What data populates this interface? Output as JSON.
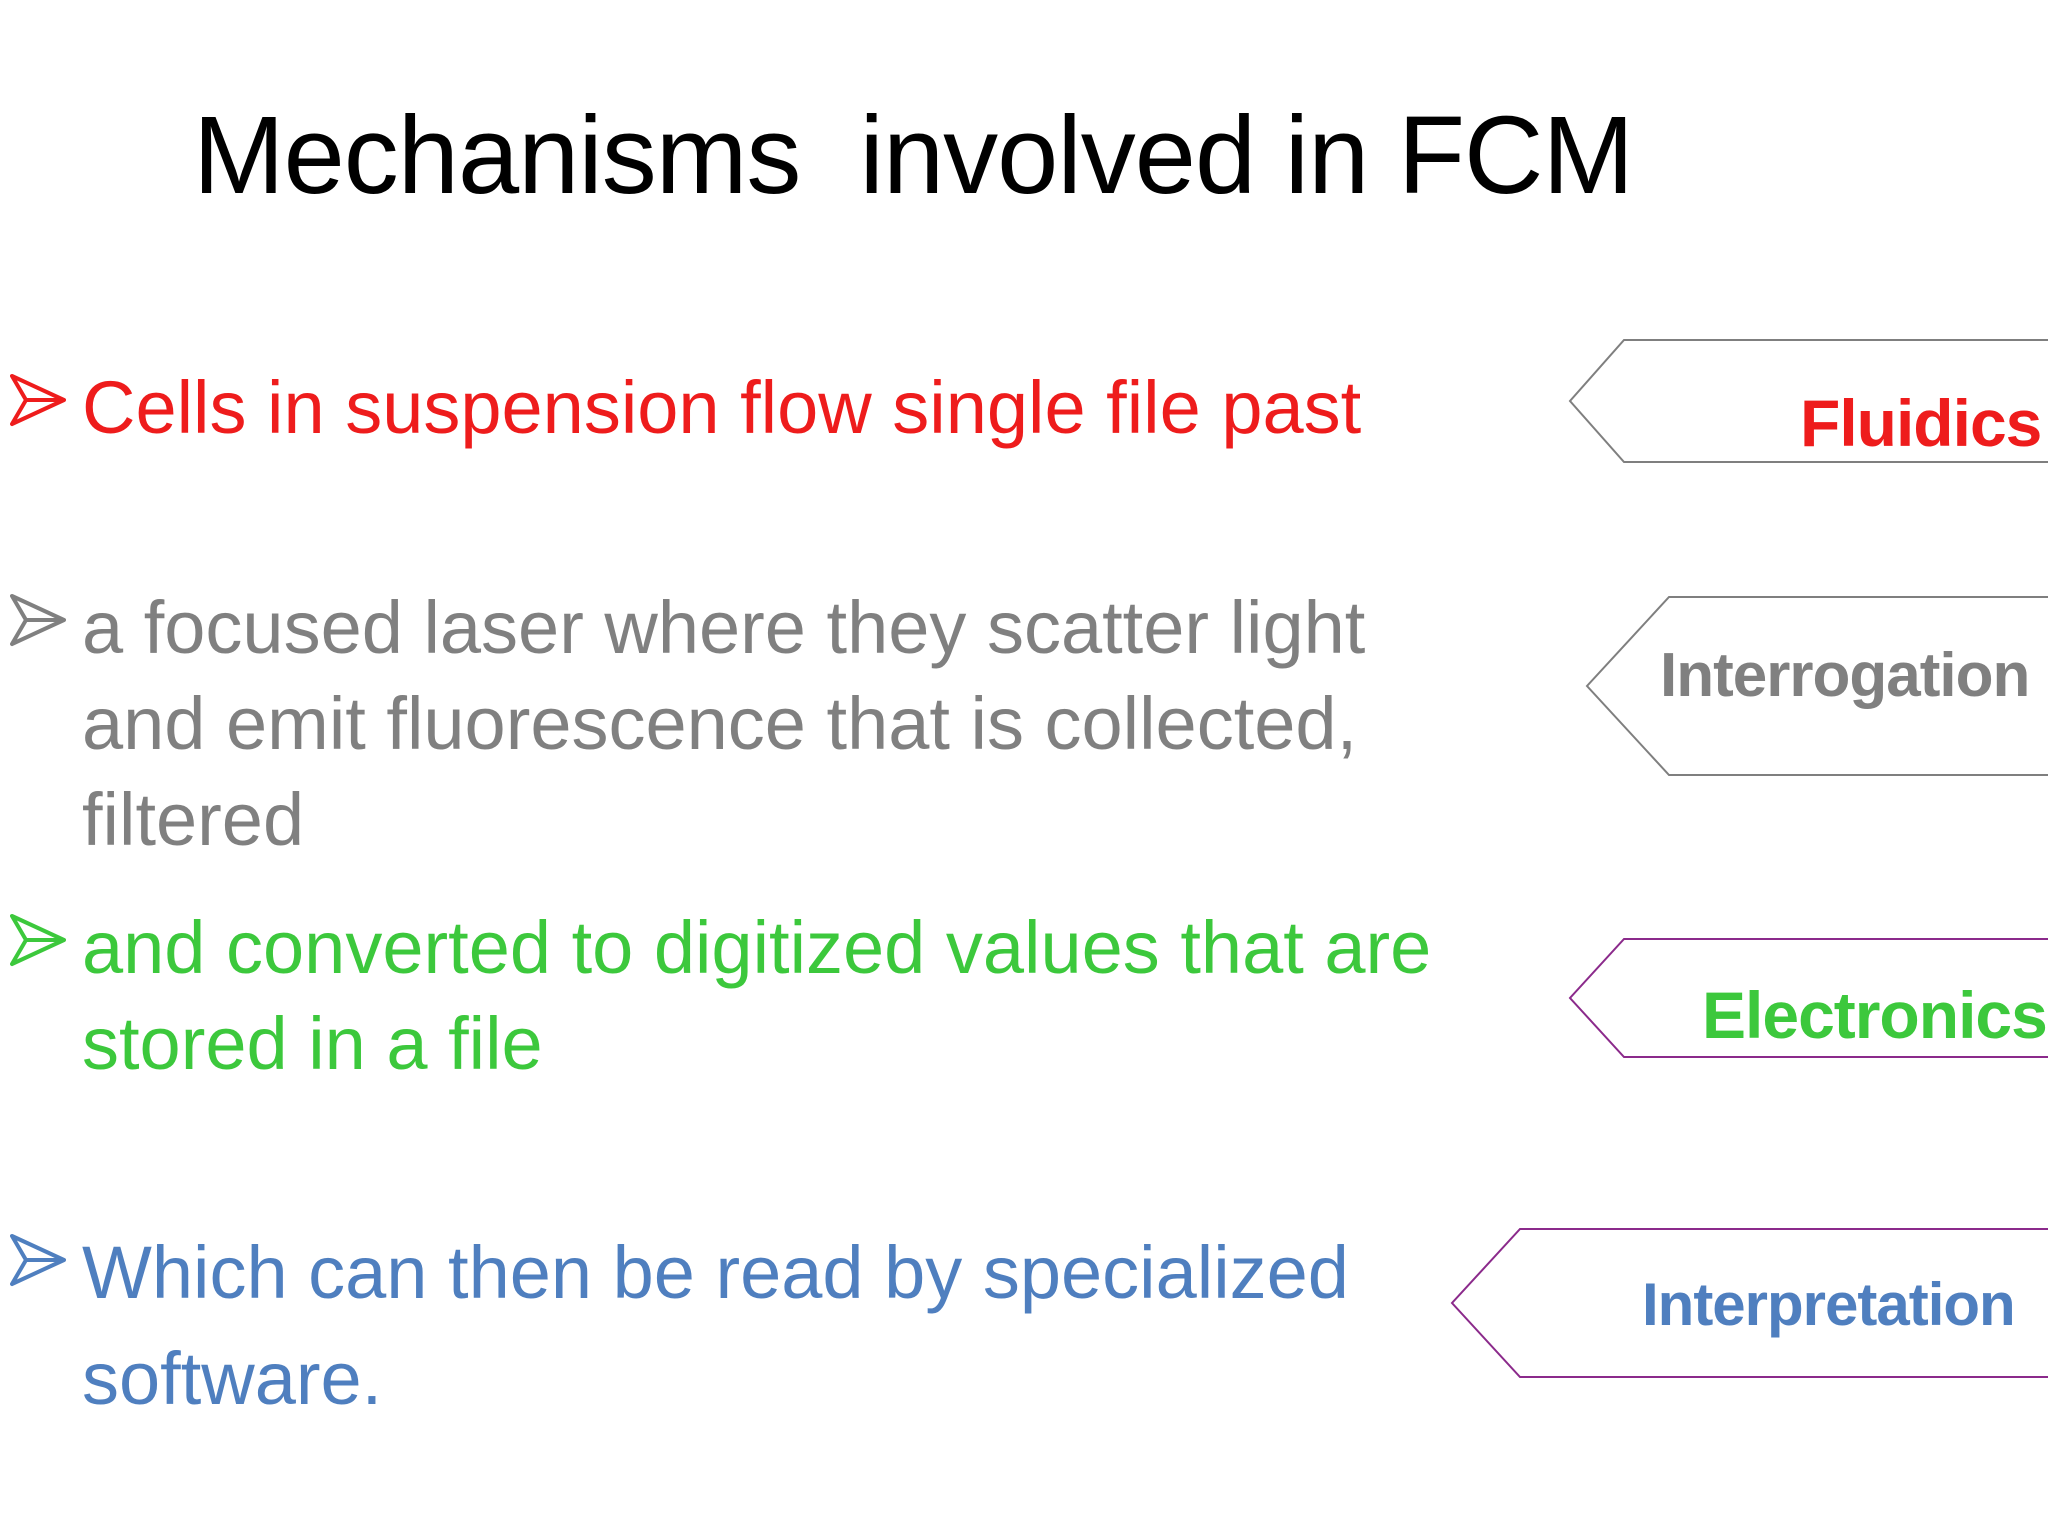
{
  "slide": {
    "title": "Mechanisms  involved in FCM"
  },
  "colors": {
    "red": "#ee1c1c",
    "gray": "#808080",
    "green": "#3cc83c",
    "blue": "#4f7fbf",
    "purple": "#8b2a8b",
    "outline_gray": "#7f7f7f"
  },
  "bullets": [
    {
      "icon": "arrow-bullet-icon",
      "text": "Cells in suspension flow single file past",
      "color": "#ee1c1c"
    },
    {
      "icon": "arrow-bullet-icon",
      "text": "a focused laser where they scatter light and emit fluorescence that is collected, filtered",
      "color": "#808080"
    },
    {
      "icon": "arrow-bullet-icon",
      "text": "and converted to digitized values that are stored in a file",
      "color": "#3cc83c"
    },
    {
      "icon": "arrow-bullet-icon",
      "text": "Which can then be read by specialized software.",
      "color": "#4f7fbf"
    }
  ],
  "stages": [
    {
      "label": "Fluidics",
      "color": "#ee1c1c",
      "outline": "#7f7f7f"
    },
    {
      "label": "Interrogation",
      "color": "#808080",
      "outline": "#7f7f7f"
    },
    {
      "label": "Electronics",
      "color": "#3cc83c",
      "outline": "#8b2a8b"
    },
    {
      "label": "Interpretation",
      "color": "#4f7fbf",
      "outline": "#8b2a8b"
    }
  ]
}
